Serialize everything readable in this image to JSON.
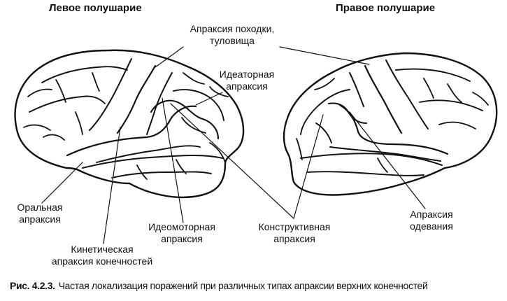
{
  "headings": {
    "left_hemisphere": "Левое полушарие",
    "right_hemisphere": "Правое полушарие"
  },
  "labels": {
    "gait_trunk_line1": "Апраксия походки,",
    "gait_trunk_line2": "туловища",
    "ideational_line1": "Идеаторная",
    "ideational_line2": "апраксия",
    "oral_line1": "Оральная",
    "oral_line2": "апраксия",
    "ideomotor_line1": "Идеомоторная",
    "ideomotor_line2": "апраксия",
    "kinetic_line1": "Кинетическая",
    "kinetic_line2": "апраксия конечностей",
    "constructive_line1": "Конструктивная",
    "constructive_line2": "апраксия",
    "dressing_line1": "Апраксия",
    "dressing_line2": "одевания"
  },
  "caption": {
    "number": "Рис. 4.2.3.",
    "text": "Частая локализация поражений при различных типах апраксии верхних конечностей"
  }
}
